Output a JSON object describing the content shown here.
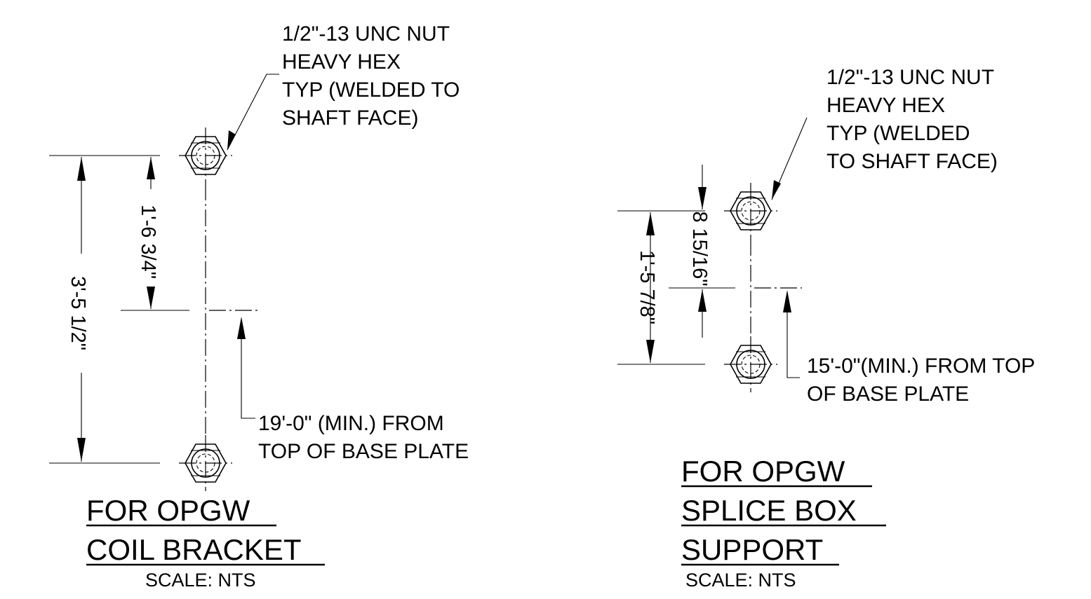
{
  "left_detail": {
    "callout_nut": [
      "1/2\"-13 UNC NUT",
      "HEAVY HEX",
      "TYP (WELDED TO",
      "SHAFT FACE)"
    ],
    "dim_overall": "3'-5 1/2\"",
    "dim_upper": "1'-6 3/4\"",
    "callout_height": [
      "19'-0\" (MIN.) FROM",
      "TOP OF BASE PLATE"
    ],
    "title": [
      "FOR OPGW",
      "COIL BRACKET"
    ],
    "scale": "SCALE: NTS"
  },
  "right_detail": {
    "callout_nut": [
      "1/2\"-13 UNC NUT",
      "HEAVY HEX",
      "TYP (WELDED",
      "TO SHAFT FACE)"
    ],
    "dim_overall": "1'-5 7/8\"",
    "dim_upper": "8 15/16\"",
    "callout_height": [
      "15'-0\"(MIN.) FROM TOP",
      "OF BASE PLATE"
    ],
    "title": [
      "FOR OPGW",
      "SPLICE BOX",
      "SUPPORT"
    ],
    "scale": "SCALE: NTS"
  }
}
